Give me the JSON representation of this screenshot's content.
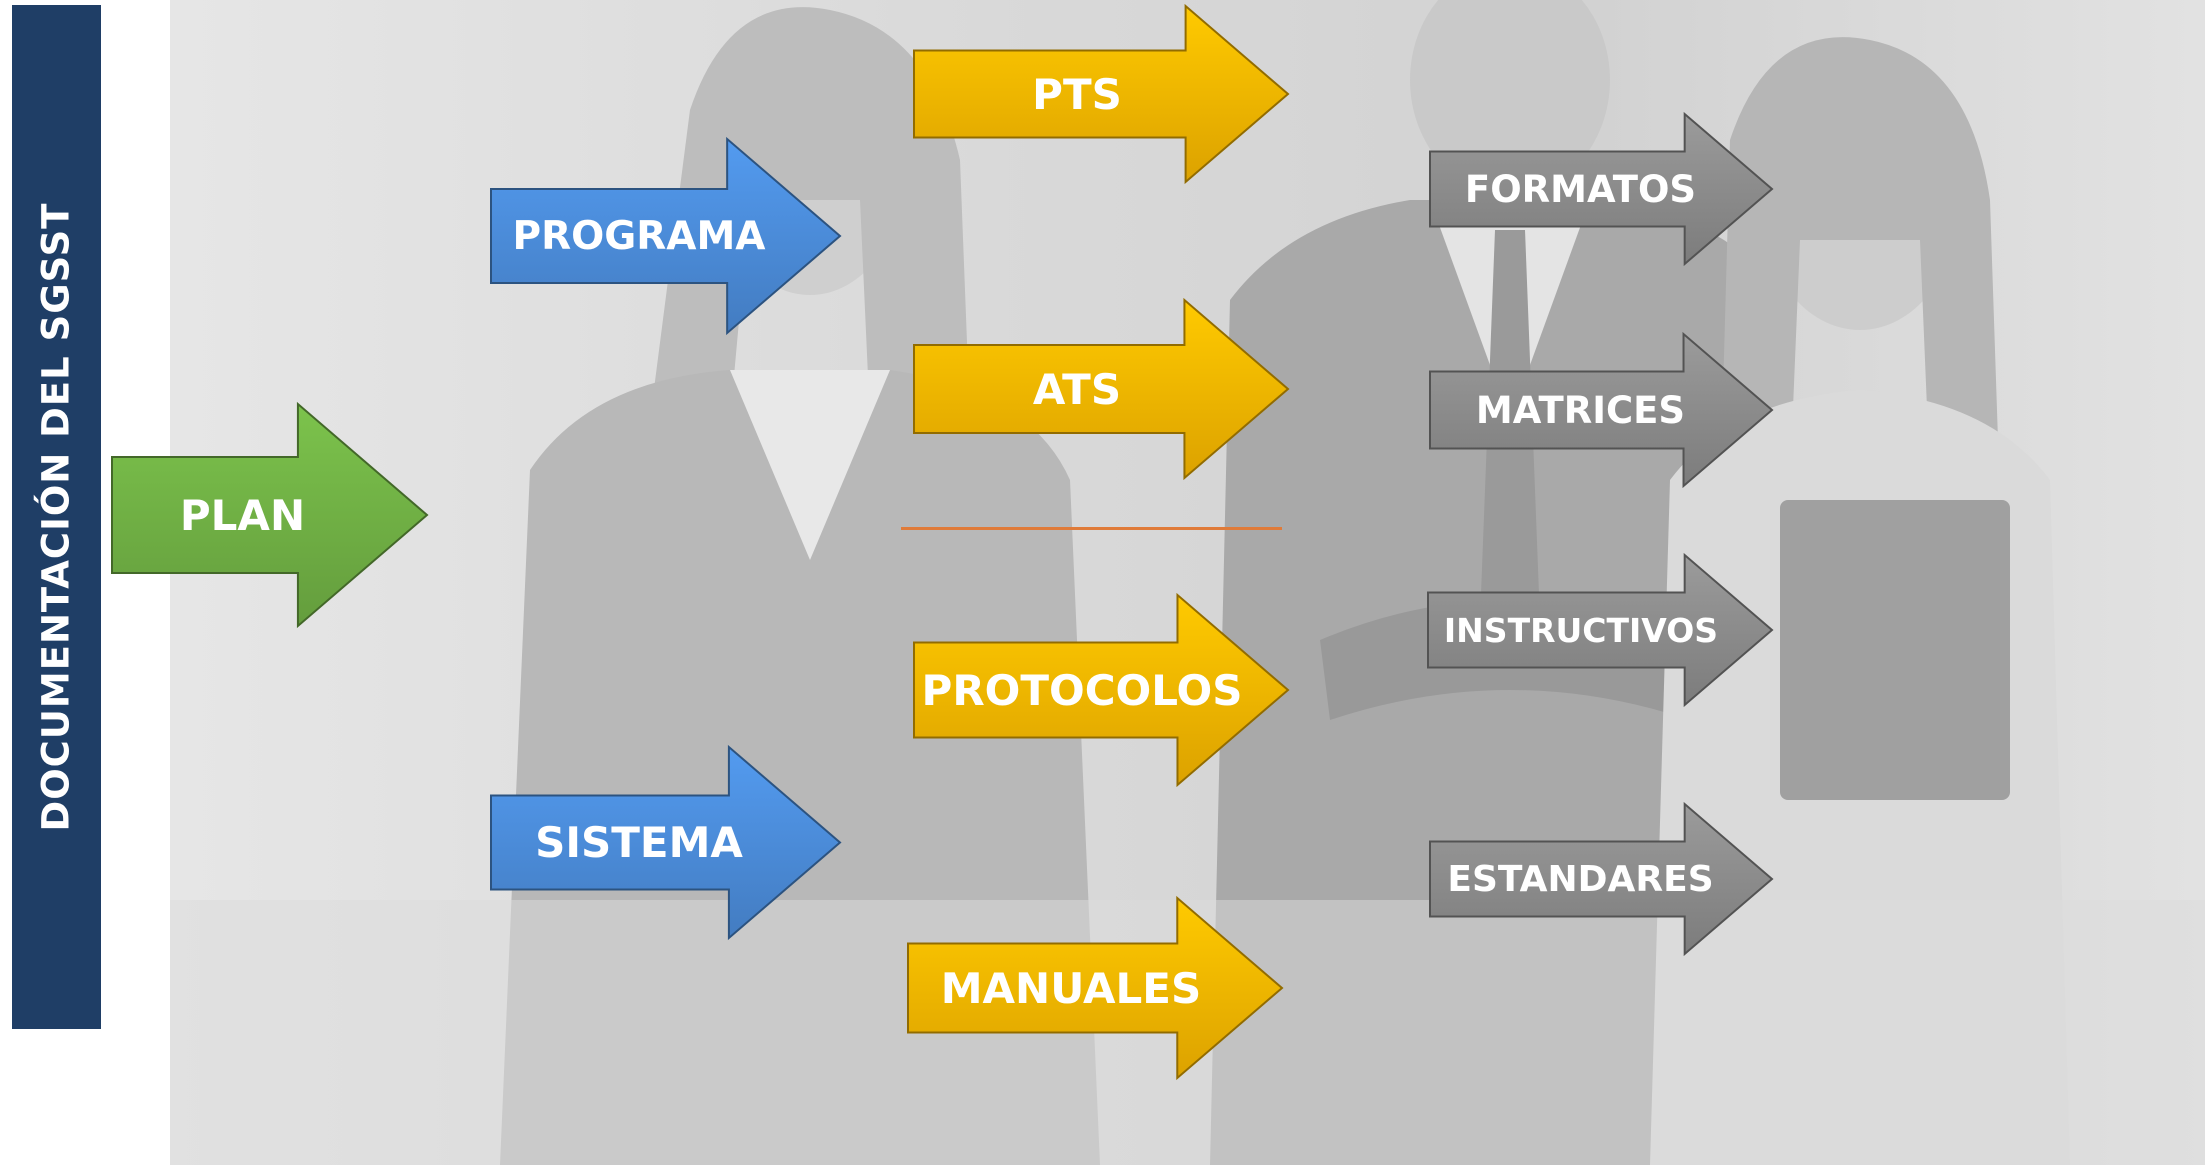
{
  "title": "DOCUMENTACIÓN DEL SGSST",
  "colors": {
    "title_bar": "#1f3e66",
    "green": "#6fae44",
    "blue": "#4a8ad6",
    "yellow": "#f4b400",
    "gray": "#8a8a8a",
    "divider": "#e07b39"
  },
  "arrows": {
    "plan": "PLAN",
    "programa": "PROGRAMA",
    "sistema": "SISTEMA",
    "pts": "PTS",
    "ats": "ATS",
    "protocolos": "PROTOCOLOS",
    "manuales": "MANUALES",
    "formatos": "FORMATOS",
    "matrices": "MATRICES",
    "instructivos": "INSTRUCTIVOS",
    "estandares": "ESTANDARES"
  }
}
